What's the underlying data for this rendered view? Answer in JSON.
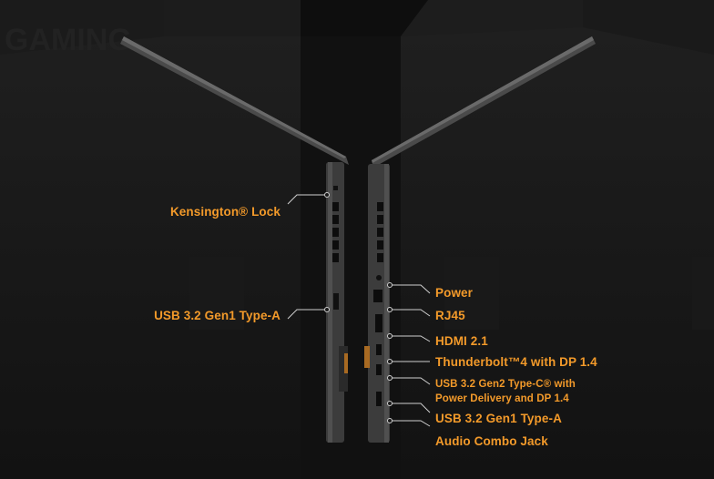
{
  "background_text": {
    "brand": "GAMING"
  },
  "left_side": {
    "labels": [
      {
        "text": "Kensington® Lock"
      },
      {
        "text": "USB 3.2 Gen1 Type-A"
      }
    ]
  },
  "right_side": {
    "labels": [
      {
        "text": "Power"
      },
      {
        "text": "RJ45"
      },
      {
        "text": "HDMI 2.1"
      },
      {
        "text": "Thunderbolt™4 with DP 1.4"
      },
      {
        "text": "USB 3.2 Gen2 Type-C® with Power Delivery and DP 1.4"
      },
      {
        "text": "USB 3.2 Gen1 Type-A"
      },
      {
        "text": "Audio Combo Jack"
      }
    ]
  },
  "colors": {
    "accent": "#f39a2a",
    "background": "#151515"
  }
}
